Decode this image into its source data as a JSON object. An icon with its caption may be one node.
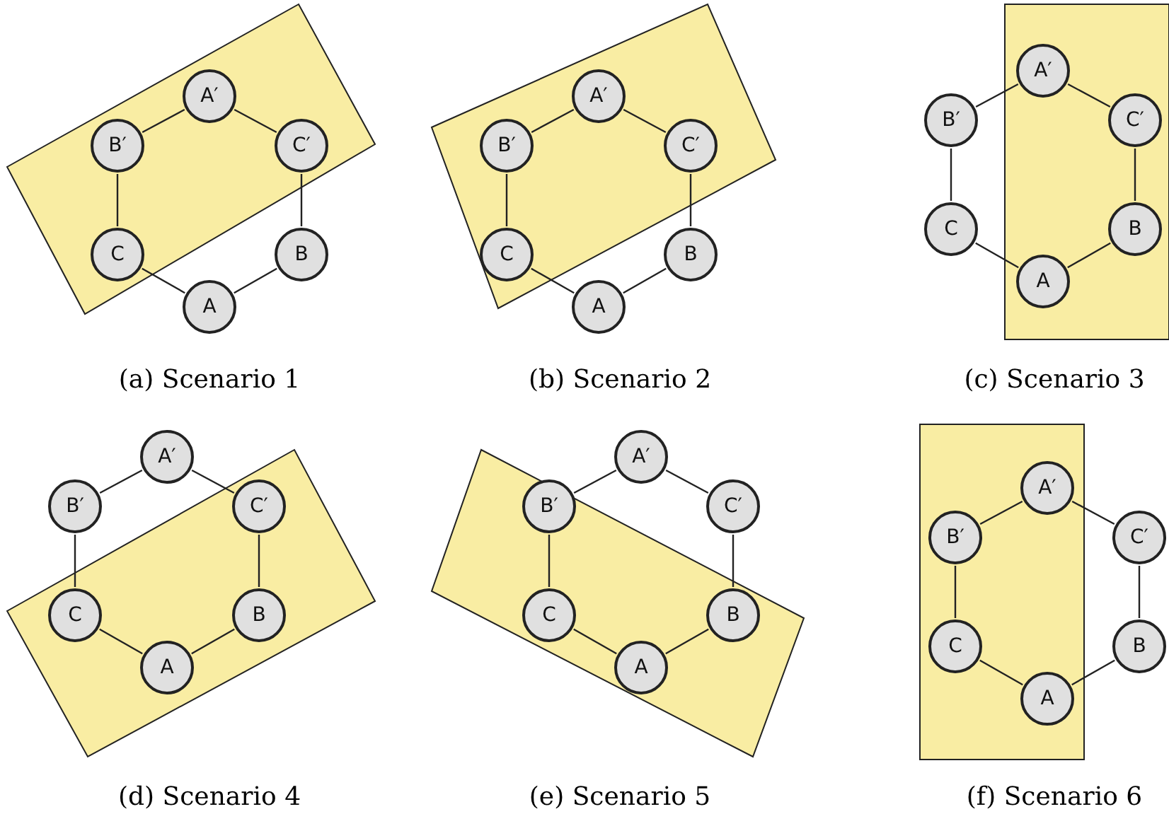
{
  "diagram": {
    "nodes": [
      {
        "text": [
          "A′"
        ]
      },
      {
        "text": [
          "B′"
        ]
      },
      {
        "text": [
          "C′"
        ]
      },
      {
        "text": [
          "C"
        ]
      },
      {
        "text": [
          "B"
        ]
      },
      {
        "text": [
          "A"
        ]
      },
      {
        "text": [
          "A′"
        ]
      },
      {
        "text": [
          "B′"
        ]
      },
      {
        "text": [
          "C′"
        ]
      },
      {
        "text": [
          "C"
        ]
      },
      {
        "text": [
          "B"
        ]
      },
      {
        "text": [
          "A"
        ]
      },
      {
        "text": [
          "A′"
        ]
      },
      {
        "text": [
          "B′"
        ]
      },
      {
        "text": [
          "C′"
        ]
      },
      {
        "text": [
          "C"
        ]
      },
      {
        "text": [
          "B"
        ]
      },
      {
        "text": [
          "A"
        ]
      },
      {
        "text": [
          "A′"
        ]
      },
      {
        "text": [
          "B′"
        ]
      },
      {
        "text": [
          "C′"
        ]
      },
      {
        "text": [
          "C"
        ]
      },
      {
        "text": [
          "B"
        ]
      },
      {
        "text": [
          "A"
        ]
      },
      {
        "text": [
          "A′"
        ]
      },
      {
        "text": [
          "B′"
        ]
      },
      {
        "text": [
          "C′"
        ]
      },
      {
        "text": [
          "C"
        ]
      },
      {
        "text": [
          "B"
        ]
      },
      {
        "text": [
          "A"
        ]
      },
      {
        "text": [
          "A′"
        ]
      },
      {
        "text": [
          "B′"
        ]
      },
      {
        "text": [
          "C′"
        ]
      },
      {
        "text": [
          "C"
        ]
      },
      {
        "text": [
          "B"
        ]
      },
      {
        "text": [
          "A"
        ]
      }
    ],
    "edges": [
      {
        "from": 0,
        "to": 1,
        "arrow": "none"
      },
      {
        "from": 0,
        "to": 2,
        "arrow": "none"
      },
      {
        "from": 1,
        "to": 3,
        "arrow": "none"
      },
      {
        "from": 2,
        "to": 4,
        "arrow": "none"
      },
      {
        "from": 3,
        "to": 5,
        "arrow": "none"
      },
      {
        "from": 4,
        "to": 5,
        "arrow": "none"
      },
      {
        "from": 6,
        "to": 7,
        "arrow": "none"
      },
      {
        "from": 6,
        "to": 8,
        "arrow": "none"
      },
      {
        "from": 7,
        "to": 9,
        "arrow": "none"
      },
      {
        "from": 8,
        "to": 10,
        "arrow": "none"
      },
      {
        "from": 9,
        "to": 11,
        "arrow": "none"
      },
      {
        "from": 10,
        "to": 11,
        "arrow": "none"
      },
      {
        "from": 12,
        "to": 13,
        "arrow": "none"
      },
      {
        "from": 12,
        "to": 14,
        "arrow": "none"
      },
      {
        "from": 13,
        "to": 15,
        "arrow": "none"
      },
      {
        "from": 14,
        "to": 16,
        "arrow": "none"
      },
      {
        "from": 15,
        "to": 17,
        "arrow": "none"
      },
      {
        "from": 16,
        "to": 17,
        "arrow": "none"
      },
      {
        "from": 18,
        "to": 19,
        "arrow": "none"
      },
      {
        "from": 18,
        "to": 20,
        "arrow": "none"
      },
      {
        "from": 19,
        "to": 21,
        "arrow": "none"
      },
      {
        "from": 20,
        "to": 22,
        "arrow": "none"
      },
      {
        "from": 21,
        "to": 23,
        "arrow": "none"
      },
      {
        "from": 22,
        "to": 23,
        "arrow": "none"
      },
      {
        "from": 24,
        "to": 25,
        "arrow": "none"
      },
      {
        "from": 24,
        "to": 26,
        "arrow": "none"
      },
      {
        "from": 25,
        "to": 27,
        "arrow": "none"
      },
      {
        "from": 26,
        "to": 28,
        "arrow": "none"
      },
      {
        "from": 27,
        "to": 29,
        "arrow": "none"
      },
      {
        "from": 28,
        "to": 29,
        "arrow": "none"
      },
      {
        "from": 30,
        "to": 31,
        "arrow": "none"
      },
      {
        "from": 30,
        "to": 32,
        "arrow": "none"
      },
      {
        "from": 31,
        "to": 33,
        "arrow": "none"
      },
      {
        "from": 32,
        "to": 34,
        "arrow": "none"
      },
      {
        "from": 33,
        "to": 35,
        "arrow": "none"
      },
      {
        "from": 34,
        "to": 35,
        "arrow": "none"
      }
    ],
    "labels": [
      "(a) Scenario 1",
      "(b) Scenario 2",
      "(c) Scenario 3",
      "(d) Scenario 4",
      "(e) Scenario 5",
      "(f) Scenario 6"
    ]
  }
}
